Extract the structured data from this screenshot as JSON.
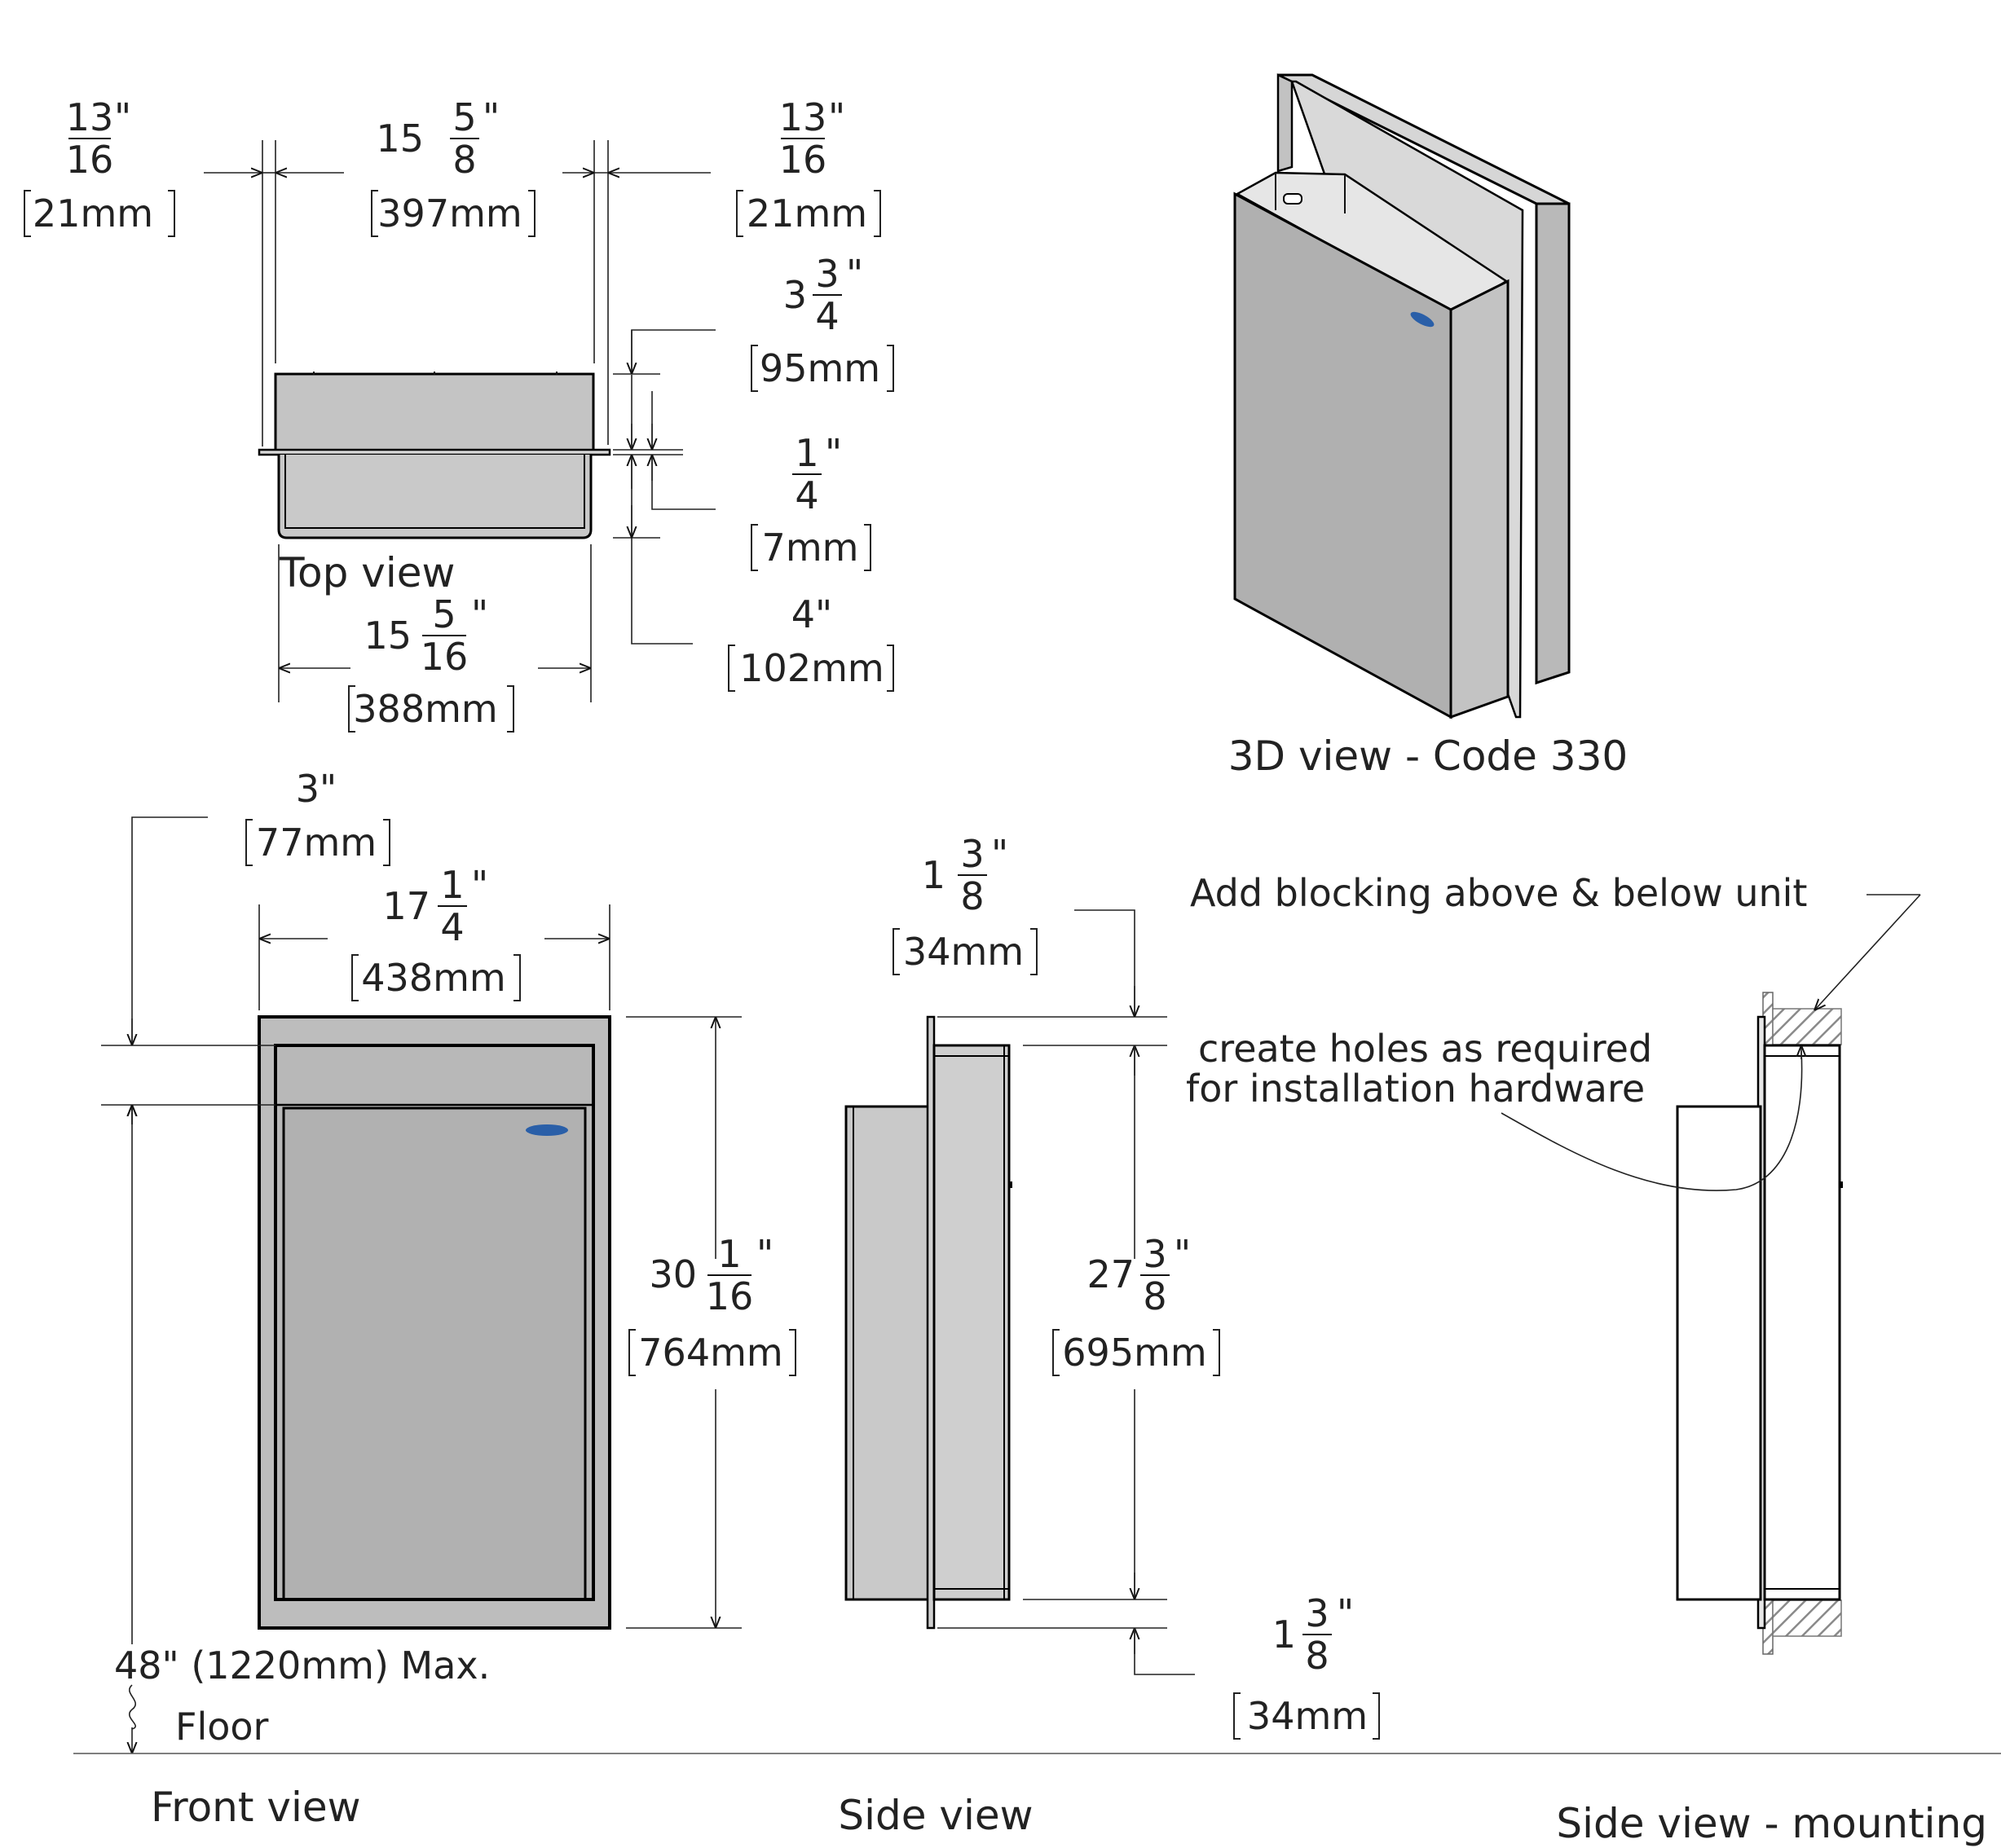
{
  "colors": {
    "steel_light": "#c6c6c6",
    "steel_mid": "#b3b3b3",
    "steel_dark": "#9f9f9f",
    "line": "#111111",
    "logo": "#2a5fa8",
    "blocking_hatch": "#8a8a8a"
  },
  "icons": {
    "logo": "frost-logo-icon",
    "wave": "break-wave-icon"
  },
  "captions": {
    "top_view": "Top view",
    "view_3d": "3D view - Code 330",
    "front_view": "Front view",
    "side_view": "Side view",
    "side_view_mounting": "Side view - mounting",
    "floor": "Floor"
  },
  "notes": {
    "blocking": "Add blocking above & below unit",
    "holes_line1": "create holes as required",
    "holes_line2": "for installation hardware"
  },
  "dims": {
    "top_left_flange": {
      "num": "13",
      "den": "16",
      "mm": "21mm"
    },
    "top_width": {
      "whole": "15",
      "num": "5",
      "den": "8",
      "mm": "397mm"
    },
    "top_right_flange": {
      "num": "13",
      "den": "16",
      "mm": "21mm"
    },
    "top_depth_front": {
      "whole": "3",
      "num": "3",
      "den": "4",
      "mm": "95mm"
    },
    "top_flange_thick": {
      "num": "1",
      "den": "4",
      "mm": "7mm"
    },
    "top_total_depth": {
      "inch": "4\"",
      "mm": "102mm"
    },
    "top_inner_width": {
      "whole": "15",
      "num": "5",
      "den": "16",
      "mm": "388mm"
    },
    "front_offset": {
      "inch": "3\"",
      "mm": "77mm"
    },
    "front_width": {
      "whole": "17",
      "num": "1",
      "den": "4",
      "mm": "438mm"
    },
    "front_height": {
      "whole": "30",
      "num": "1",
      "den": "16",
      "mm": "764mm"
    },
    "front_mount_height": "48\" (1220mm) Max.",
    "side_top": {
      "whole": "1",
      "num": "3",
      "den": "8",
      "mm": "34mm"
    },
    "side_height": {
      "whole": "27",
      "num": "3",
      "den": "8",
      "mm": "695mm"
    },
    "side_bottom": {
      "whole": "1",
      "num": "3",
      "den": "8",
      "mm": "34mm"
    }
  },
  "symbols": {
    "inch_mark": "\""
  }
}
